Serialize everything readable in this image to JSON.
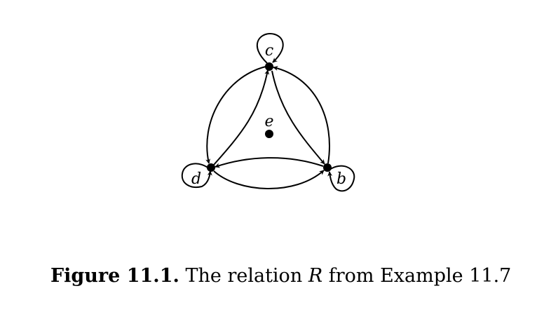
{
  "diagram": {
    "nodes": [
      {
        "id": "c",
        "label": "c"
      },
      {
        "id": "d",
        "label": "d"
      },
      {
        "id": "b",
        "label": "b"
      },
      {
        "id": "e",
        "label": "e"
      }
    ],
    "edges": [
      {
        "from": "c",
        "to": "c"
      },
      {
        "from": "d",
        "to": "d"
      },
      {
        "from": "b",
        "to": "b"
      },
      {
        "from": "c",
        "to": "d"
      },
      {
        "from": "d",
        "to": "c"
      },
      {
        "from": "c",
        "to": "b"
      },
      {
        "from": "b",
        "to": "c"
      },
      {
        "from": "d",
        "to": "b"
      },
      {
        "from": "b",
        "to": "d"
      }
    ]
  },
  "caption": {
    "lead": "Figure 11.1.",
    "text_before": "The relation",
    "var": "R",
    "text_after": "from Example 11.7"
  }
}
